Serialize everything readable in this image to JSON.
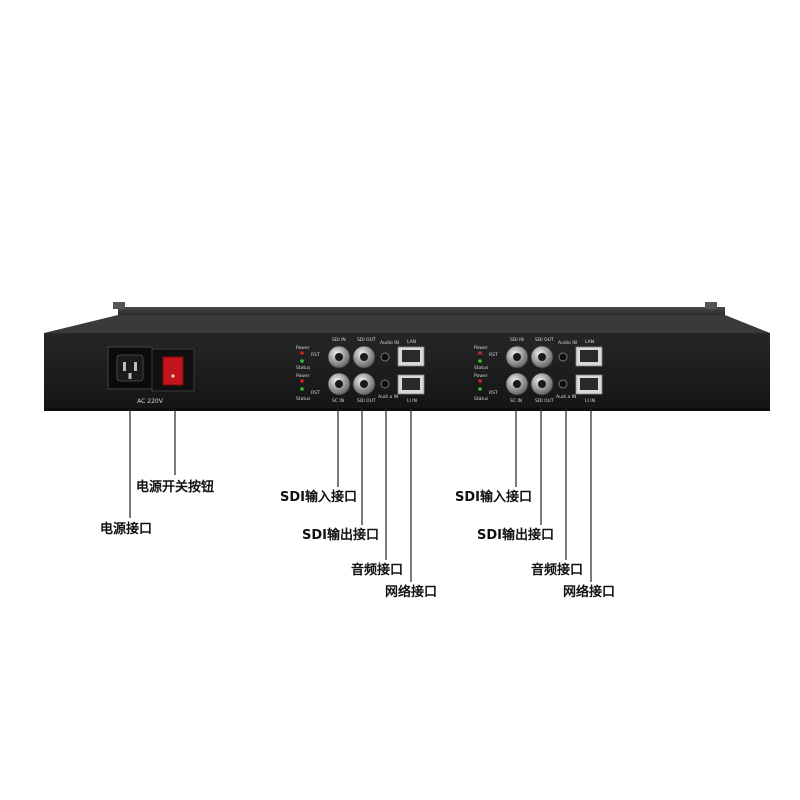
{
  "device": {
    "ac_label": "AC 220V",
    "channels": [
      {
        "power_label": "Power",
        "rst_label": "RST",
        "status_label": "Status",
        "sdi_in_label": "SDI IN",
        "sdi_out_label": "SDI OUT",
        "audio_in_label": "Audio IN",
        "lan_label": "LAN",
        "li_in_label": "LI IN",
        "power_label_2": "Power",
        "status_label_2": "Status",
        "rst_label_2": "RST",
        "sdi_in_label_2": "SC IN",
        "sdi_out_label_2": "SDI OUT",
        "audio_in_label_2": "Audi a IN"
      },
      {
        "power_label": "Power",
        "rst_label": "RST",
        "status_label": "Status",
        "sdi_in_label": "SDI IN",
        "sdi_out_label": "SDI OUT",
        "audio_in_label": "Audio IN",
        "lan_label": "LAN",
        "li_in_label": "LI IN",
        "power_label_2": "Power",
        "status_label_2": "Status",
        "rst_label_2": "RST",
        "sdi_in_label_2": "SC IN",
        "sdi_out_label_2": "SDI OUT",
        "audio_in_label_2": "Audi a IN"
      }
    ]
  },
  "callouts": {
    "power_switch": "电源开关按钮",
    "power_port": "电源接口",
    "left": {
      "sdi_in": "SDI输入接口",
      "sdi_out": "SDI输出接口",
      "audio": "音频接口",
      "network": "网络接口"
    },
    "right": {
      "sdi_in": "SDI输入接口",
      "sdi_out": "SDI输出接口",
      "audio": "音频接口",
      "network": "网络接口"
    }
  },
  "colors": {
    "chassis": "#2b2b2b",
    "front_face": "#1c1c1c",
    "switch_red": "#c4141b",
    "led_red": "#d42020",
    "led_green": "#2fbf3a"
  }
}
